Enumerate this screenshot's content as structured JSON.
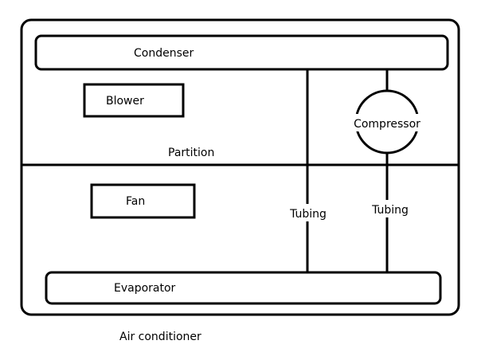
{
  "diagram": {
    "caption": "Air conditioner",
    "components": {
      "condenser": "Condenser",
      "blower": "Blower",
      "compressor": "Compressor",
      "partition": "Partition",
      "fan": "Fan",
      "tubing_left": "Tubing",
      "tubing_right": "Tubing",
      "evaporator": "Evaporator"
    }
  }
}
